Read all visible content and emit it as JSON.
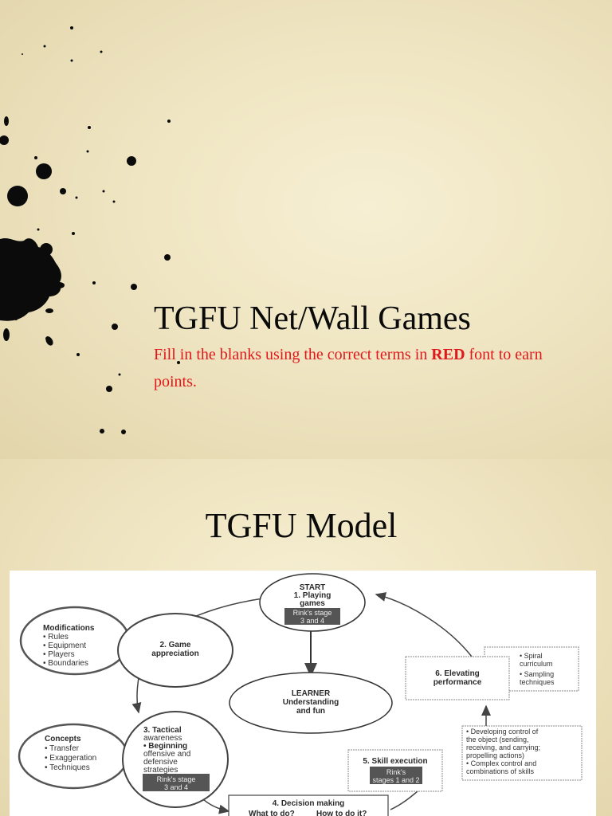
{
  "slide1": {
    "title": "TGFU Net/Wall Games",
    "subtitle_parts": {
      "before": "Fill in the blanks using the correct terms in ",
      "emphasis": "RED",
      "after": " font to earn points."
    },
    "colors": {
      "title": "#0a0a0a",
      "subtitle": "#e0181b",
      "background": "#efe5c2"
    }
  },
  "slide2": {
    "title": "TGFU Model",
    "diagram": {
      "start": {
        "label": "START",
        "step": "1. Playing",
        "step2": "games",
        "badge1": "Rink's stage",
        "badge2": "3 and 4"
      },
      "modifications": {
        "heading": "Modifications",
        "items": [
          "• Rules",
          "• Equipment",
          "• Players",
          "• Boundaries"
        ]
      },
      "game_appreciation": {
        "line1": "2. Game",
        "line2": "appreciation"
      },
      "learner": {
        "line1": "LEARNER",
        "line2": "Understanding",
        "line3": "and fun"
      },
      "concepts": {
        "heading": "Concepts",
        "items": [
          "• Transfer",
          "• Exaggeration",
          "• Techniques"
        ]
      },
      "tactical": {
        "lines": [
          "3. Tactical",
          "awareness",
          "• Beginning",
          "offensive and",
          "defensive",
          "strategies"
        ],
        "badge1": "Rink's stage",
        "badge2": "3 and 4"
      },
      "decision": {
        "title": "4. Decision making",
        "q1": "What to do?",
        "q2": "How to do it?"
      },
      "skill": {
        "title": "5. Skill execution",
        "badge1": "Rink's",
        "badge2": "stages 1 and 2"
      },
      "skill_notes": {
        "lines": [
          "• Developing control of",
          "the object (sending,",
          "receiving, and carrying;",
          "propelling actions)",
          "• Complex control and",
          "combinations of skills"
        ]
      },
      "elevating": {
        "line1": "6. Elevating",
        "line2": "performance"
      },
      "elevating_notes": {
        "lines": [
          "• Spiral",
          "curriculum",
          "• Sampling",
          "techniques"
        ]
      }
    }
  }
}
